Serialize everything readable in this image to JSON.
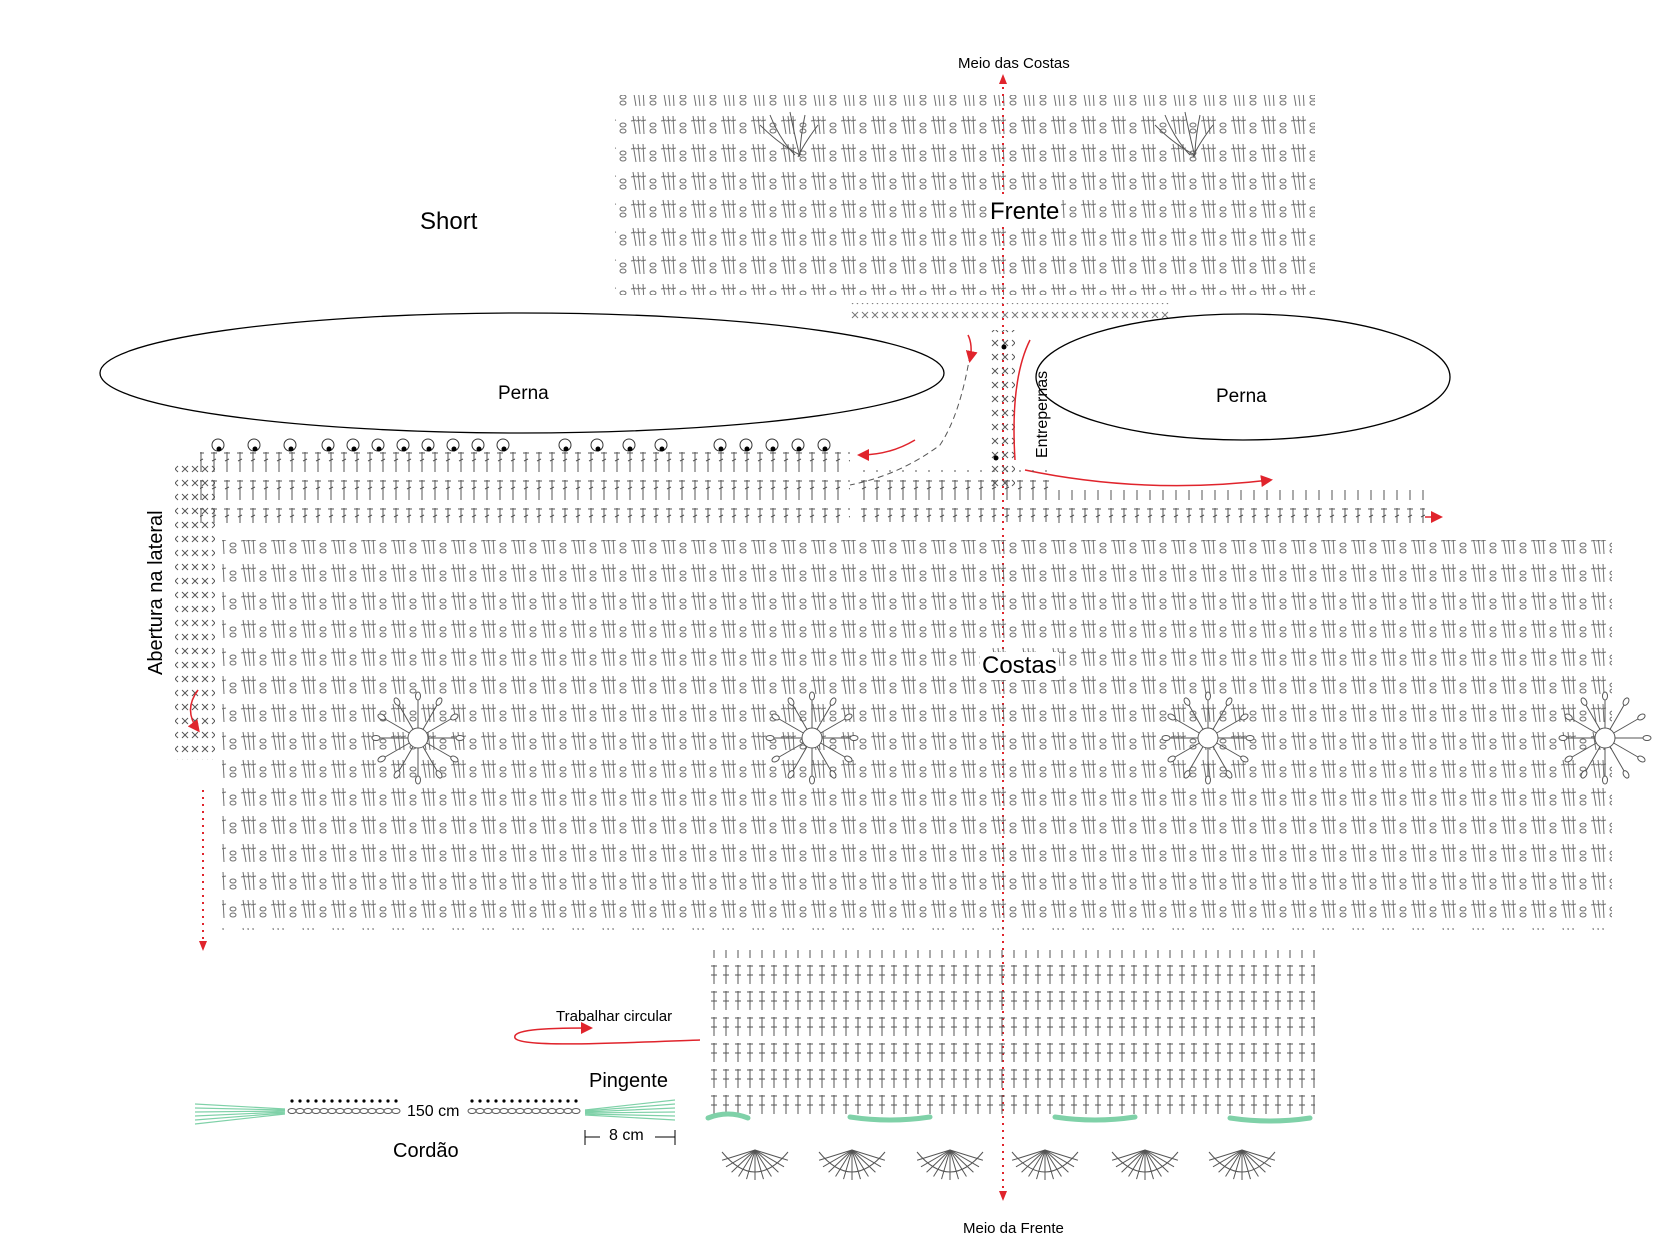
{
  "labels": {
    "center_back": "Meio das Costas",
    "center_front": "Meio da Frente",
    "short": "Short",
    "front": "Frente",
    "leg_left": "Perna",
    "leg_right": "Perna",
    "crotch": "Entrepernas",
    "side_opening": "Abertura na lateral",
    "back": "Costas",
    "work_circular": "Trabalhar circular",
    "pendant": "Pingente",
    "cord_length": "150 cm",
    "pendant_length": "8 cm",
    "cord": "Cordão"
  },
  "colors": {
    "line": "#333333",
    "guide_red": "#e0242c",
    "tassel_green": "#7fd1a8"
  }
}
